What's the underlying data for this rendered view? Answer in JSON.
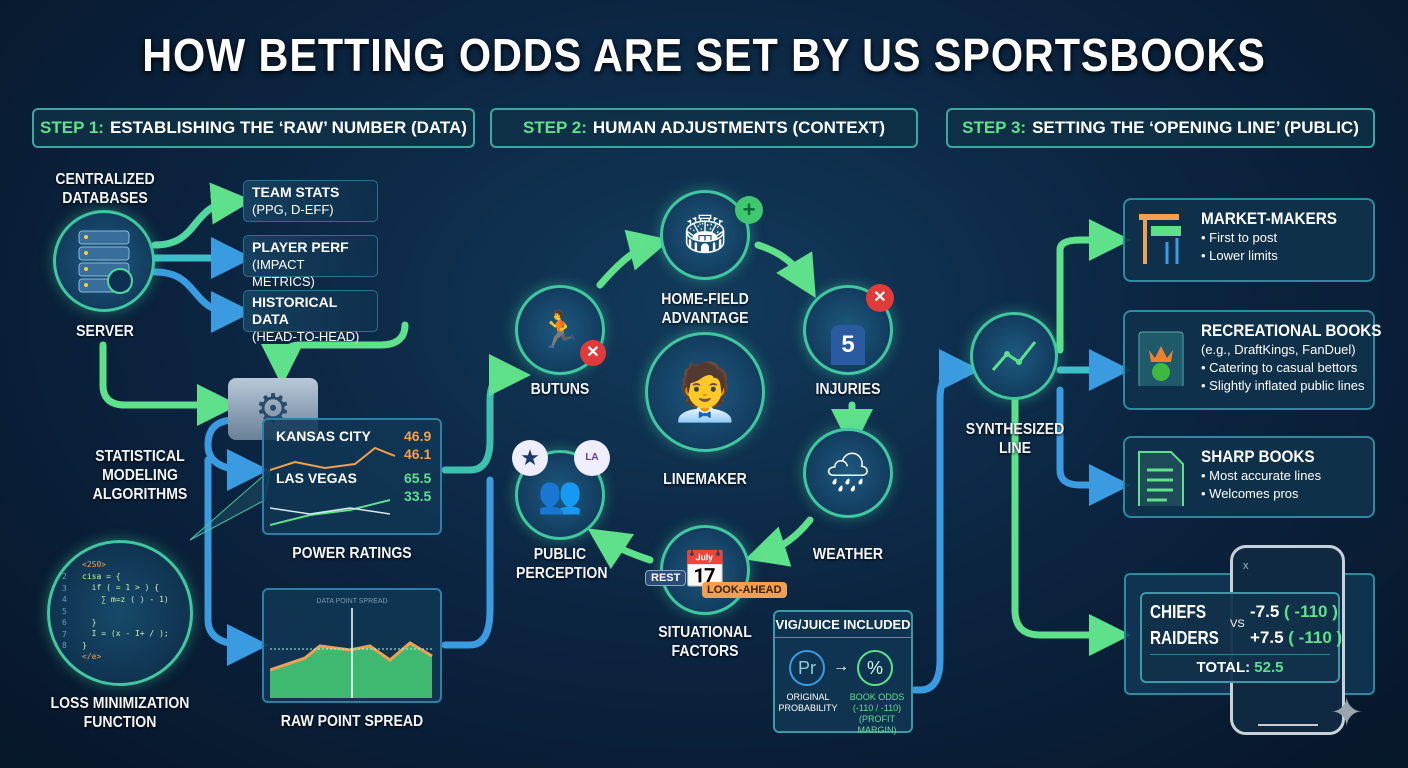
{
  "title": "HOW BETTING ODDS ARE SET BY US SPORTSBOOKS",
  "steps": [
    {
      "prefix": "STEP 1:",
      "label": "ESTABLISHING THE ‘RAW’ NUMBER (DATA)"
    },
    {
      "prefix": "STEP 2:",
      "label": "HUMAN ADJUSTMENTS (CONTEXT)"
    },
    {
      "prefix": "STEP 3:",
      "label": "SETTING THE ‘OPENING LINE’ (PUBLIC)"
    }
  ],
  "step1": {
    "databases": "CENTRALIZED DATABASES",
    "server": "SERVER",
    "data_sources": [
      {
        "title": "TEAM STATS",
        "sub": "(PPG, D-EFF)"
      },
      {
        "title": "PLAYER PERF",
        "sub": "(IMPACT METRICS)"
      },
      {
        "title": "HISTORICAL DATA",
        "sub": "(HEAD-TO-HEAD)"
      }
    ],
    "algorithms": "STATISTICAL MODELING ALGORITHMS",
    "power_ratings": {
      "label": "POWER RATINGS",
      "teams": [
        {
          "name": "KANSAS CITY",
          "v1": "46.9",
          "v2": "46.1"
        },
        {
          "name": "LAS VEGAS",
          "v1": "65.5",
          "v2": "33.5"
        }
      ]
    },
    "loss_function": "LOSS MINIMIZATION FUNCTION",
    "code_lines": [
      "<2S0>",
      "cisa = {",
      "  if ( = 1 > ) {",
      "    ∑ m=z ( ) - 1)",
      "",
      "  }",
      "  I = (x - I+ / );",
      "}",
      "</e>"
    ],
    "line_numbers": [
      "2",
      "3",
      "4",
      "5",
      "6",
      "7",
      "8"
    ],
    "raw_spread": {
      "label": "RAW POINT SPREAD",
      "chart_title": "DATA POINT SPREAD"
    }
  },
  "step2": {
    "home_field": "HOME-FIELD ADVANTAGE",
    "butuns": "BUTUNS",
    "injuries": "INJURIES",
    "jersey_number": "5",
    "linemaker": "LINEMAKER",
    "public": "PUBLIC PERCEPTION",
    "weather": "WEATHER",
    "situational": "SITUATIONAL FACTORS",
    "tag_rest": "REST",
    "tag_look": "LOOK-AHEAD",
    "vig": {
      "title": "VIG/JUICE INCLUDED",
      "pr": "Pr",
      "pct": "%",
      "orig": "ORIGINAL PROBABILITY",
      "book": "BOOK ODDS",
      "book_odds": "(-110 / -110)",
      "margin": "(PROFIT MARGIN)"
    }
  },
  "step3": {
    "synth": "SYNTHESIZED LINE",
    "cards": [
      {
        "title": "MARKET-MAKERS",
        "lines": [
          "• First to post",
          "• Lower limits"
        ]
      },
      {
        "title": "RECREATIONAL BOOKS",
        "lines": [
          "(e.g., DraftKings, FanDuel)",
          "• Catering to casual bettors",
          "• Slightly inflated public lines"
        ]
      },
      {
        "title": "SHARP BOOKS",
        "lines": [
          "• Most accurate lines",
          "• Welcomes pros"
        ]
      }
    ],
    "odds": {
      "team1": "CHIEFS",
      "team2": "RAIDERS",
      "vs": "VS",
      "line1": "-7.5",
      "juice1": "( -110 )",
      "line2": "+7.5",
      "juice2": "( -110 )",
      "total_label": "TOTAL:",
      "total": "52.5"
    },
    "phone_close": "x"
  },
  "colors": {
    "green": "#5fe08a",
    "blue": "#3a9be0",
    "orange": "#f0a050"
  }
}
